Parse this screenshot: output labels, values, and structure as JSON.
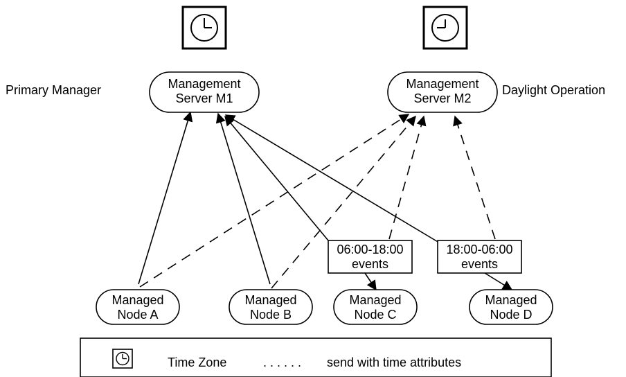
{
  "side_labels": {
    "left": "Primary Manager",
    "right": "Daylight Operation"
  },
  "servers": [
    {
      "id": "m1",
      "line1": "Management",
      "line2": "Server M1",
      "clock": "clock-icon"
    },
    {
      "id": "m2",
      "line1": "Management",
      "line2": "Server M2",
      "clock": "clock-icon"
    }
  ],
  "nodes": [
    {
      "id": "a",
      "line1": "Managed",
      "line2": "Node A"
    },
    {
      "id": "b",
      "line1": "Managed",
      "line2": "Node B"
    },
    {
      "id": "c",
      "line1": "Managed",
      "line2": "Node C"
    },
    {
      "id": "d",
      "line1": "Managed",
      "line2": "Node D"
    }
  ],
  "filters": [
    {
      "id": "c",
      "line1": "06:00-18:00",
      "line2": "events"
    },
    {
      "id": "d",
      "line1": "18:00-06:00",
      "line2": "events"
    }
  ],
  "legend": {
    "time_zone_label": "Time Zone",
    "dashed_sample": ". . . . . .",
    "dashed_label": "send with time attributes"
  }
}
